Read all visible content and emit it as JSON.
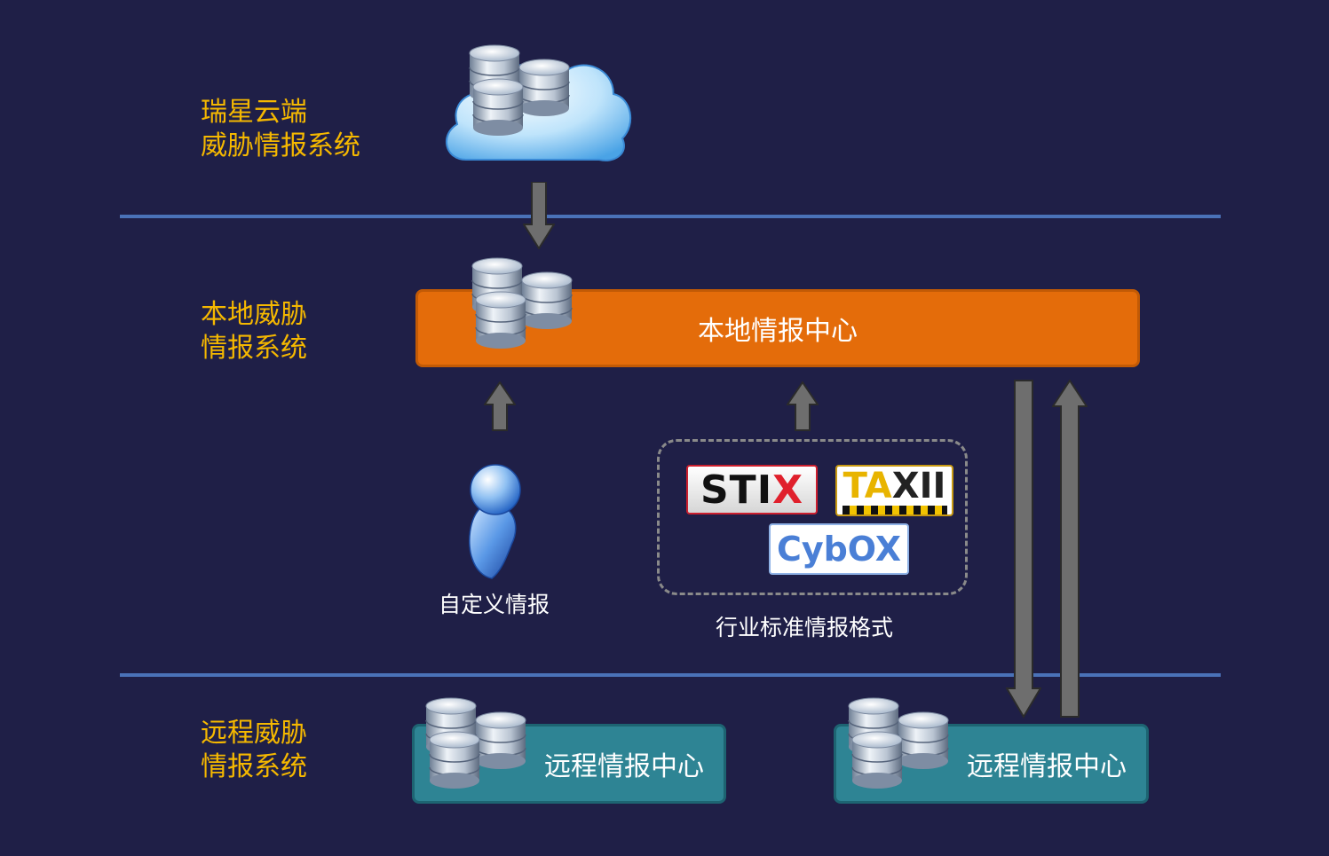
{
  "sections": {
    "cloud": {
      "line1": "瑞星云端",
      "line2": "威胁情报系统"
    },
    "local": {
      "line1": "本地威胁",
      "line2": "情报系统"
    },
    "remote": {
      "line1": "远程威胁",
      "line2": "情报系统"
    }
  },
  "local_hub": {
    "label": "本地情报中心"
  },
  "custom_intel": {
    "label": "自定义情报"
  },
  "standards": {
    "label": "行业标准情报格式",
    "logos": {
      "stix": "STIX",
      "taxii": "TAXII",
      "cybox": "CybOX"
    }
  },
  "remote_hubs": [
    {
      "label": "远程情报中心"
    },
    {
      "label": "远程情报中心"
    }
  ],
  "colors": {
    "background": "#1f1f47",
    "section_label": "#f5b800",
    "local_hub": "#e46c0a",
    "remote_hub": "#2e8494",
    "divider": "#4a72b8",
    "arrow": "#6e6e6e"
  }
}
